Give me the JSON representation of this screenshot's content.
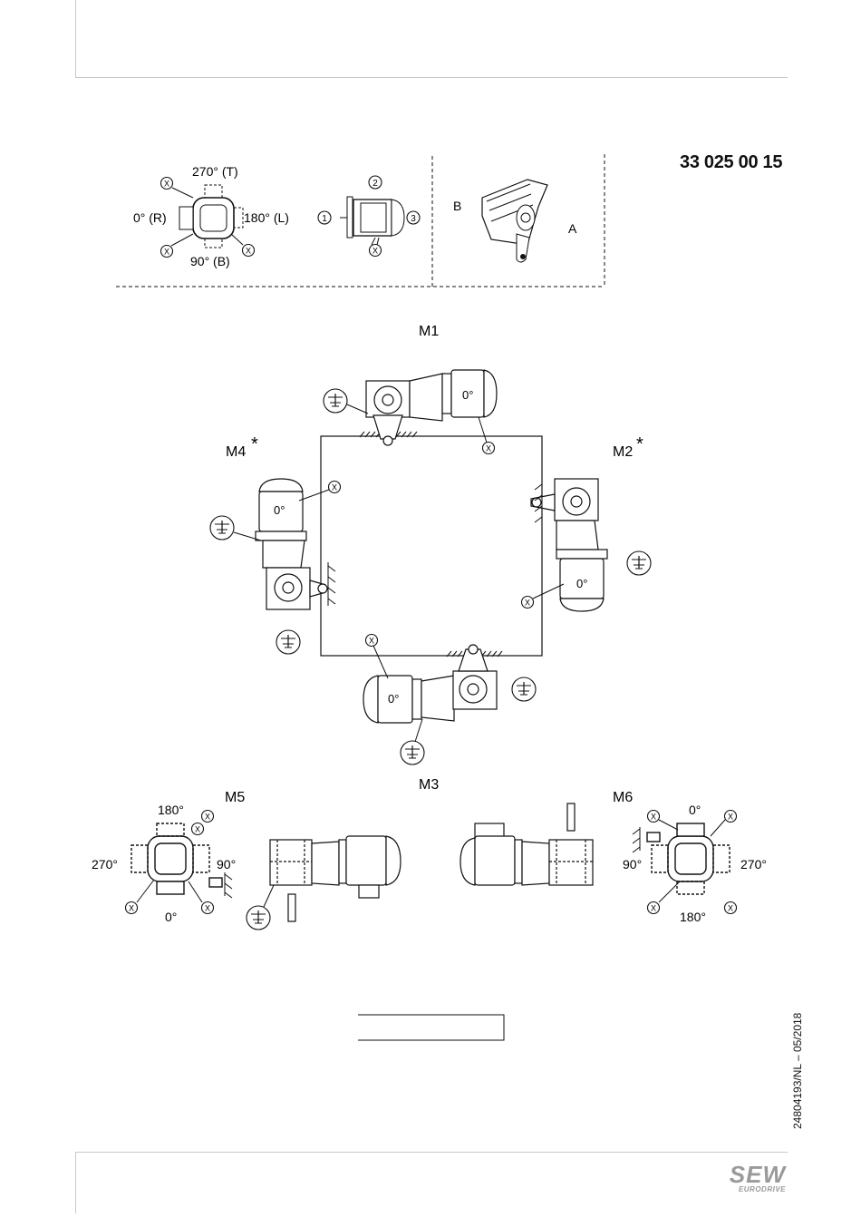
{
  "document_number": "33 025 00 15",
  "side_code": "24804193/NL – 05/2018",
  "logo": {
    "main": "SEW",
    "sub": "EURODRIVE"
  },
  "legend": {
    "top": "270° (T)",
    "left": "0° (R)",
    "right": "180° (L)",
    "bottom": "90° (B)",
    "x_mark": "X",
    "num1": "1",
    "num2": "2",
    "num3": "3",
    "side_b": "B",
    "side_a": "A"
  },
  "positions": {
    "m1": "M1",
    "m2": "M2",
    "m3": "M3",
    "m4": "M4",
    "m5": "M5",
    "m6": "M6",
    "star": "*",
    "zero_deg": "0°"
  },
  "m5": {
    "top": "180°",
    "left": "270°",
    "right": "90°",
    "bottom": "0°"
  },
  "m6": {
    "top": "0°",
    "left": "90°",
    "right": "270°",
    "bottom": "180°"
  }
}
